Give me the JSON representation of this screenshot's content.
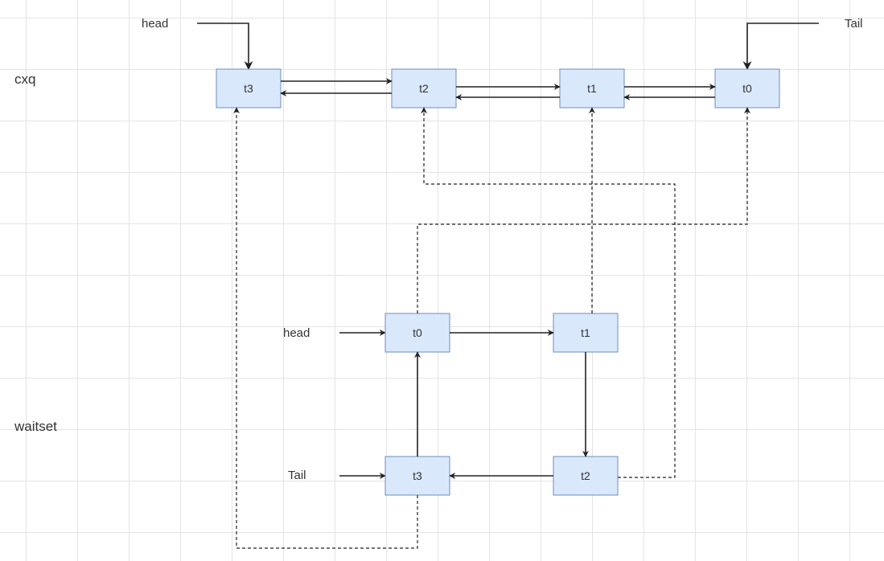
{
  "groups": {
    "cxq": "cxq",
    "waitset": "waitset"
  },
  "cxq": {
    "head_label": "head",
    "tail_label": "Tail",
    "nodes": [
      "t3",
      "t2",
      "t1",
      "t0"
    ]
  },
  "waitset": {
    "head_label": "head",
    "tail_label": "Tail",
    "nodes": [
      "t0",
      "t1",
      "t2",
      "t3"
    ]
  }
}
